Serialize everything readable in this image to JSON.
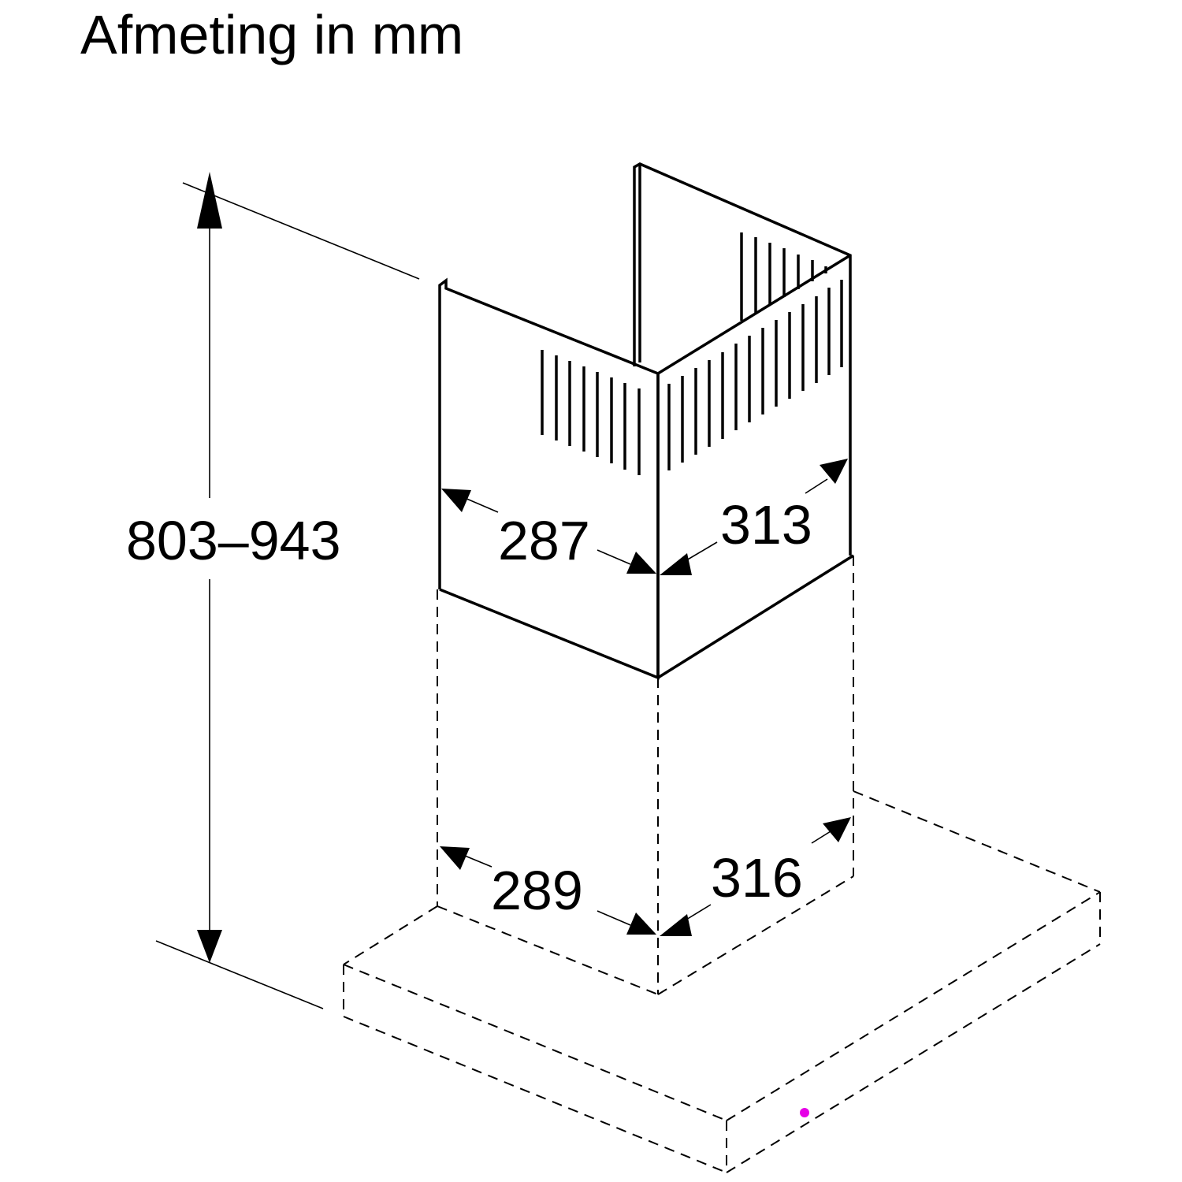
{
  "title": "Afmeting in mm",
  "dimensions": {
    "height": "803–943",
    "chimney_upper_width": "287",
    "chimney_upper_depth": "313",
    "chimney_lower_width": "289",
    "chimney_lower_depth": "316"
  },
  "colors": {
    "line": "#000000",
    "background": "#ffffff",
    "marker": "#e600e6"
  }
}
